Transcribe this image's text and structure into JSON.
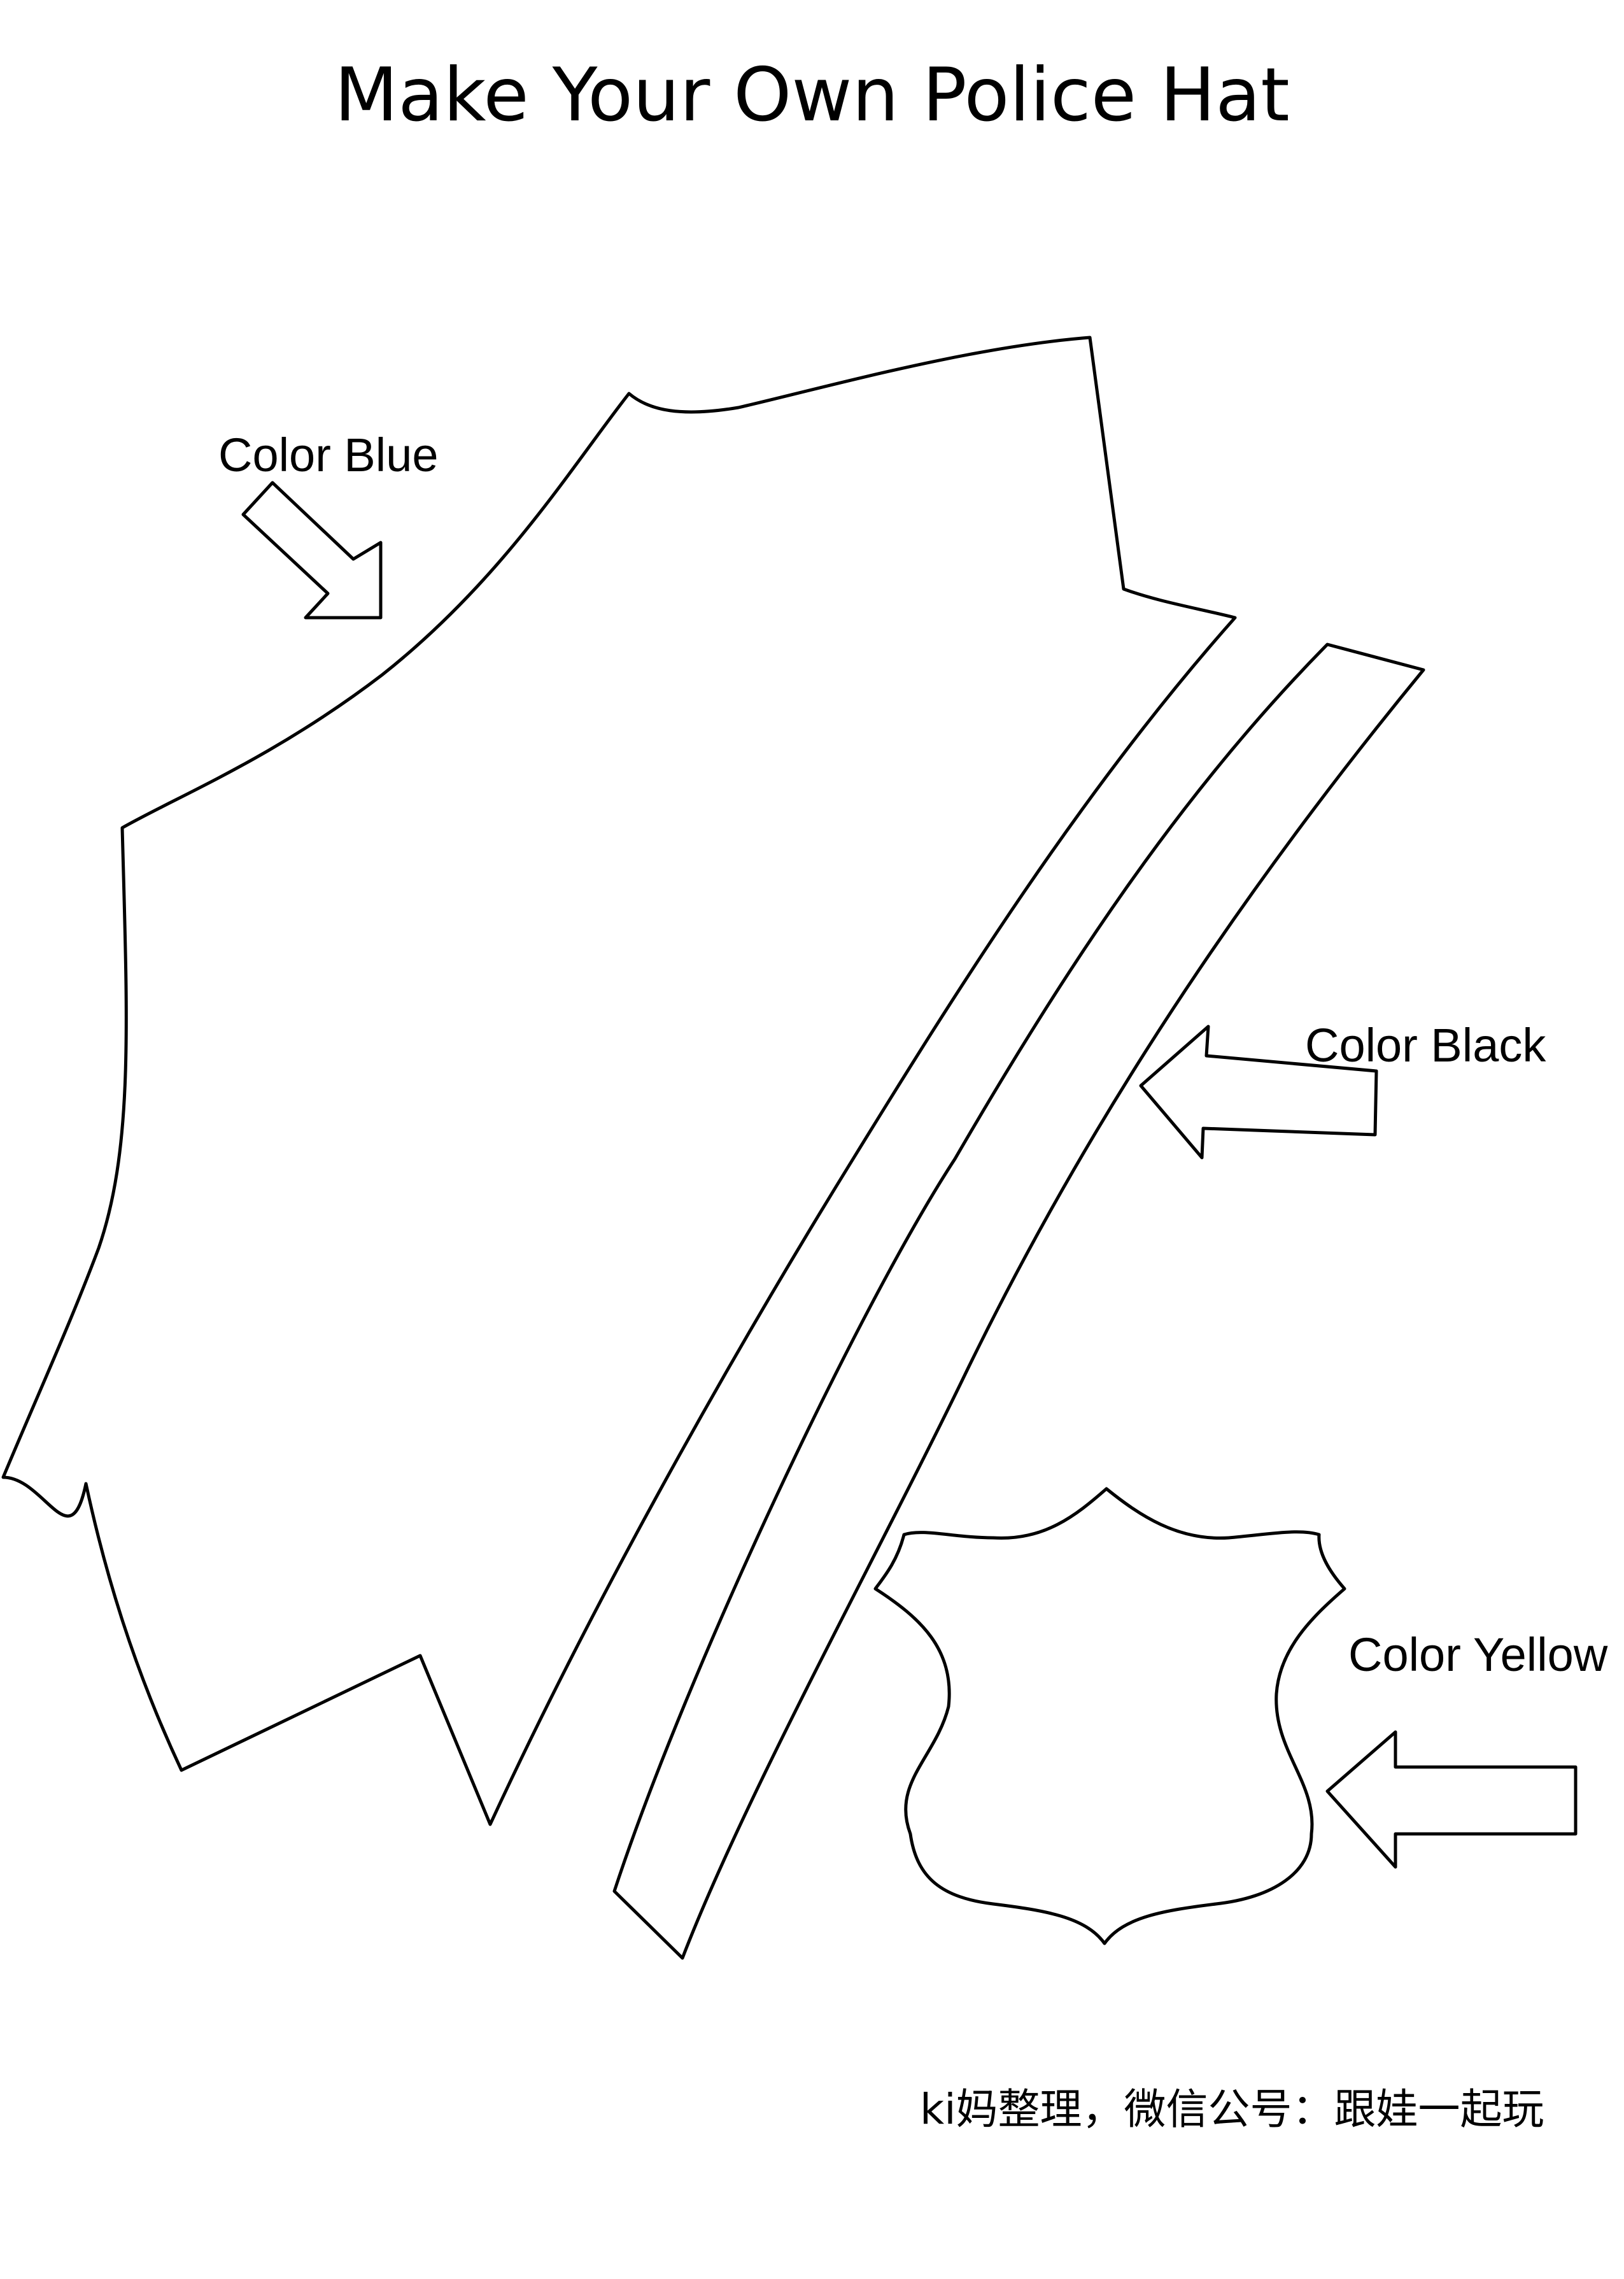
{
  "title": "Make Your Own Police Hat",
  "labels": {
    "blue": "Color Blue",
    "black": "Color Black",
    "yellow": "Color Yellow"
  },
  "credit": "ki妈整理，微信公号：跟娃一起玩",
  "colors": {
    "ink": "#000000",
    "paper": "#ffffff"
  },
  "icons": [
    "arrow-down-right-icon",
    "arrow-left-icon",
    "arrow-left-icon"
  ]
}
